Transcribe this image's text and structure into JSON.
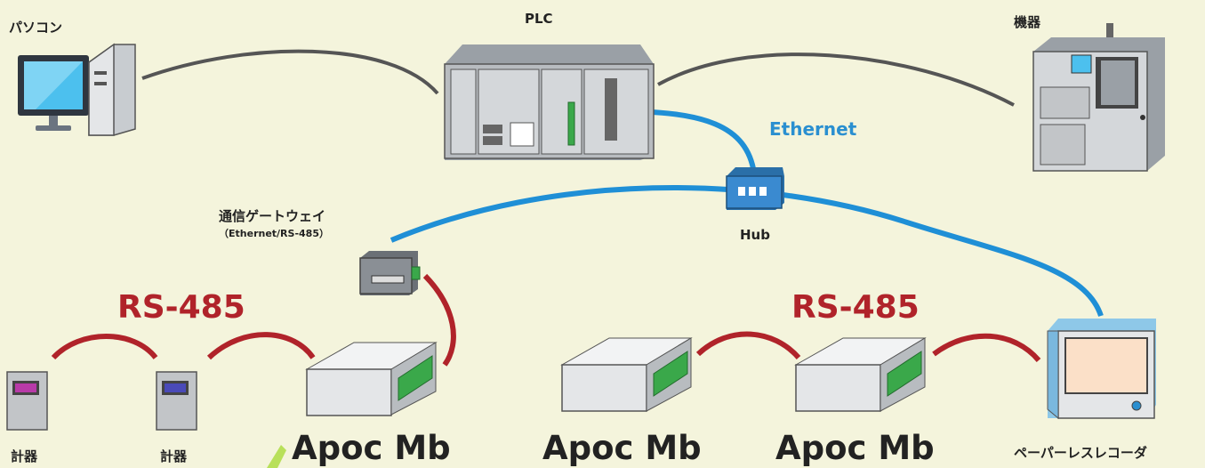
{
  "labels": {
    "pc": "パソコン",
    "plc": "PLC",
    "equipment": "機器",
    "ethernet": "Ethernet",
    "gateway": "通信ゲートウェイ",
    "gateway_sub": "（Ethernet/RS-485）",
    "hub": "Hub",
    "rs485_left": "RS-485",
    "rs485_right": "RS-485",
    "meter_1": "計器",
    "meter_2": "計器",
    "apoc_1": "Apoc Mb",
    "apoc_2": "Apoc Mb",
    "apoc_3": "Apoc Mb",
    "recorder": "ペーパーレスレコーダ"
  },
  "colors": {
    "background": "#f4f4dc",
    "ethernet_cable": "#1f8fd6",
    "rs485_cable": "#b0232a",
    "pc_cable": "#555555",
    "module_green": "#3aa84a",
    "screen_blue": "#4cc0ee"
  }
}
